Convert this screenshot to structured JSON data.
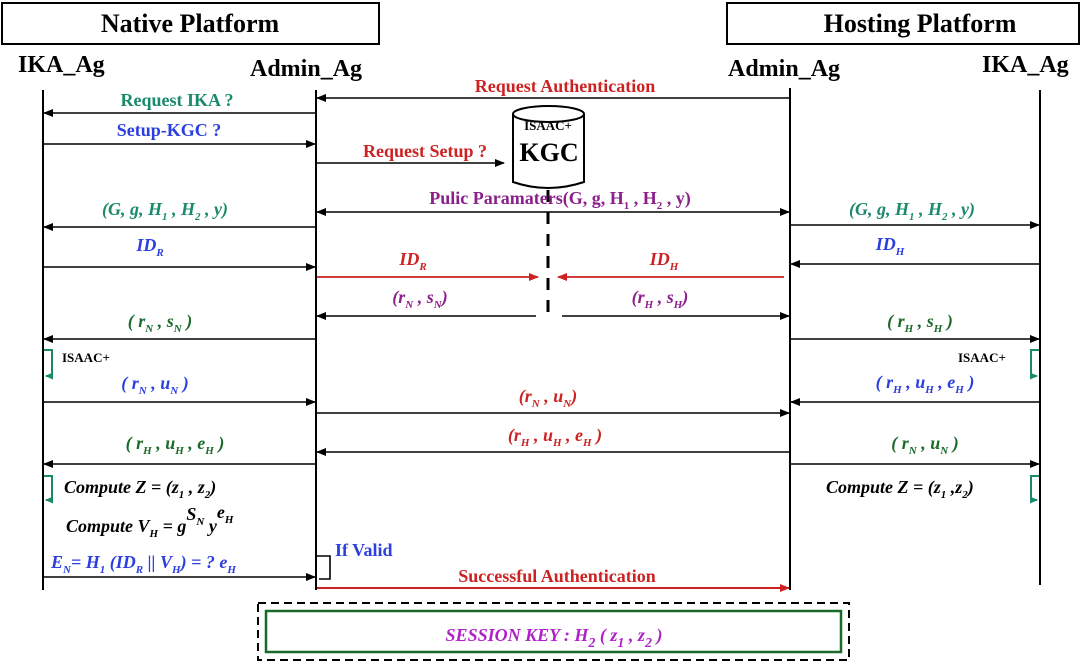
{
  "native_title": "Native Platform",
  "hosting_title": "Hosting Platform",
  "entities": {
    "n_ika": "IKA_Ag",
    "n_admin": "Admin_Ag",
    "h_admin": "Admin_Ag",
    "h_ika": "IKA_Ag"
  },
  "kgc": {
    "top": "ISAAC+",
    "name": "KGC"
  },
  "isaac_left": "ISAAC+",
  "isaac_right": "ISAAC+",
  "messages": {
    "req_auth": "Request Authentication",
    "req_ika": "Request IKA ?",
    "setup_kgc": "Setup-KGC ?",
    "req_setup": "Request Setup ?",
    "pub_params": "Pulic Paramaters(G, g, H1 , H2 , y)",
    "params_left": "(G, g, H1 , H2 , y)",
    "params_right": "(G, g, H1 , H2 , y)",
    "id_r_left": "IDR",
    "id_r_mid": "IDR",
    "id_h_mid": "IDH",
    "id_h_right": "IDH",
    "rs_n_mid": "(rN , sN)",
    "rs_h_mid": "(rH , sH)",
    "rs_n_left": "( rN , sN )",
    "rs_h_right": "( rH , sH )",
    "ru_n_left": "( rN , uN )",
    "ruh_right": "( rH , uH , eH )",
    "ru_n_mid": "(rN , uN)",
    "ruh_mid": "(rH , uH , eH )",
    "ruh_left": "( rH , uH , eH )",
    "ru_n_right": "( rN , uN )",
    "compute_z_left": "Compute Z = (z1 , z2)",
    "compute_z_right": "Compute Z = (z1 ,z2)",
    "compute_v": "Compute VH = g^sN y^eH",
    "verify": "EN = H1 (IDR || VH) = ? eH",
    "if_valid": "If Valid",
    "success": "Successful Authentication",
    "session_key": "SESSION KEY : H2 ( z1 , z2 )"
  },
  "colors": {
    "teal": "#1a8a6a",
    "blue": "#2b3ee0",
    "red": "#cc2222",
    "purple": "#8b1f8b",
    "green": "#1a6a2a",
    "magenta": "#b020c8"
  }
}
